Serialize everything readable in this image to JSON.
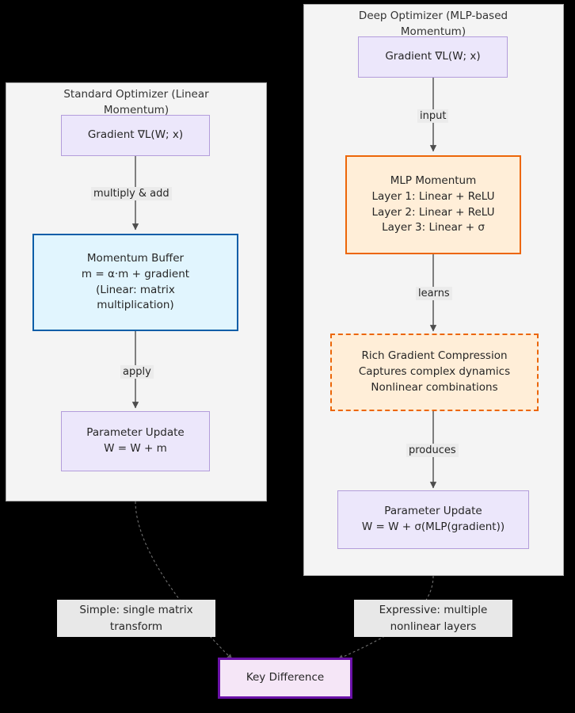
{
  "diagram": {
    "title": "Standard vs Deep Optimizer momentum flowchart",
    "colors": {
      "background": "#000000",
      "subgraph_fill": "#f4f4f4",
      "subgraph_border": "#a6a6a6",
      "purple_fill": "#ece7fb",
      "purple_border": "#b39ddb",
      "blue_fill": "#e1f5fe",
      "blue_border": "#0b5ea8",
      "orange_fill": "#ffeed8",
      "orange_border": "#ec6608",
      "key_fill": "#f5e6f7",
      "key_border": "#6a11a8",
      "edge_label_bg": "#ebebeb",
      "note_bg": "#e8e8e8",
      "arrow": "#4d4d4d"
    }
  },
  "left_subgraph": {
    "title": "Standard Optimizer (Linear Momentum)",
    "nodes": {
      "gradient": {
        "line1": "Gradient ∇L(W; x)"
      },
      "momentum_buffer": {
        "line1": "Momentum Buffer",
        "line2": "m = α·m + gradient",
        "line3": "(Linear: matrix",
        "line4": "multiplication)"
      },
      "parameter_update": {
        "line1": "Parameter Update",
        "line2": "W = W + m"
      }
    },
    "edge_labels": {
      "gradient_to_buffer": "multiply & add",
      "buffer_to_update": "apply"
    }
  },
  "right_subgraph": {
    "title": "Deep Optimizer (MLP-based Momentum)",
    "nodes": {
      "gradient": {
        "line1": "Gradient ∇L(W; x)"
      },
      "mlp_momentum": {
        "line1": "MLP Momentum",
        "line2": "Layer 1: Linear + ReLU",
        "line3": "Layer 2: Linear + ReLU",
        "line4": "Layer 3: Linear + σ"
      },
      "rich_compression": {
        "line1": "Rich Gradient Compression",
        "line2": "Captures complex dynamics",
        "line3": "Nonlinear combinations"
      },
      "parameter_update": {
        "line1": "Parameter Update",
        "line2": "W = W + σ(MLP(gradient))"
      }
    },
    "edge_labels": {
      "gradient_to_mlp": "input",
      "mlp_to_compression": "learns",
      "compression_to_update": "produces"
    }
  },
  "notes": {
    "left": {
      "line1": "Simple: single matrix",
      "line2": "transform"
    },
    "right": {
      "line1": "Expressive: multiple",
      "line2": "nonlinear layers"
    }
  },
  "key_difference": {
    "label": "Key Difference"
  }
}
